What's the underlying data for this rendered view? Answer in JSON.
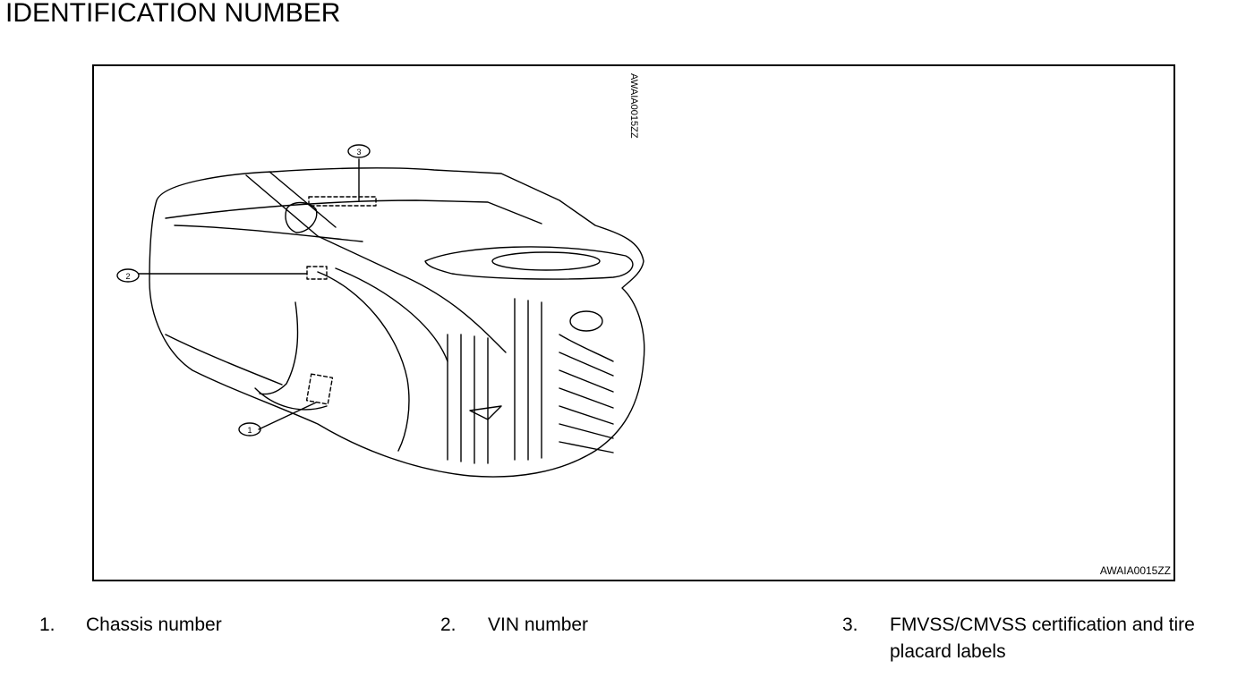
{
  "page": {
    "title": "IDENTIFICATION NUMBER"
  },
  "figure": {
    "code_bottom": "AWAIA0015ZZ",
    "code_rotated": "AWAIA0015ZZ",
    "callouts": [
      "1",
      "2",
      "3"
    ]
  },
  "legend": [
    {
      "number": "1.",
      "label": "Chassis number"
    },
    {
      "number": "2.",
      "label": "VIN number"
    },
    {
      "number": "3.",
      "label_line1": "FMVSS/CMVSS certification and tire",
      "label_line2": "placard labels"
    }
  ]
}
